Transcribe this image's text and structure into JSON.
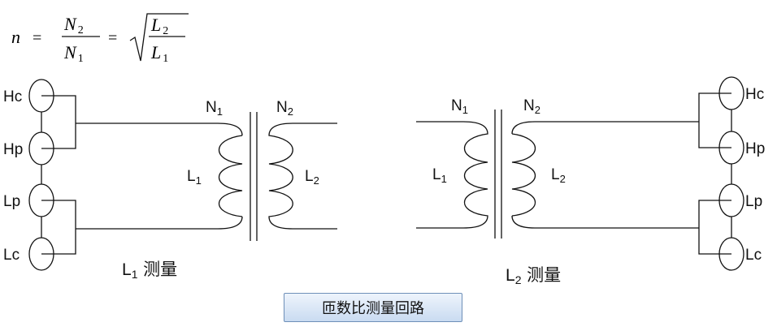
{
  "formula": {
    "lhs": "n",
    "eq1": "=",
    "frac_num_sym": "N",
    "frac_num_sub": "2",
    "frac_den_sym": "N",
    "frac_den_sub": "1",
    "eq2": "=",
    "root_num_sym": "L",
    "root_num_sub": "2",
    "root_den_sym": "L",
    "root_den_sub": "1"
  },
  "left_circuit": {
    "terminals": [
      "Hc",
      "Hp",
      "Lp",
      "Lc"
    ],
    "primary_turns": "N",
    "primary_turns_sub": "1",
    "secondary_turns": "N",
    "secondary_turns_sub": "2",
    "primary_inductance": "L",
    "primary_inductance_sub": "1",
    "secondary_inductance": "L",
    "secondary_inductance_sub": "2",
    "caption_sym": "L",
    "caption_sub": "1",
    "caption_text": " 测量"
  },
  "right_circuit": {
    "terminals": [
      "Hc",
      "Hp",
      "Lp",
      "Lc"
    ],
    "primary_turns": "N",
    "primary_turns_sub": "1",
    "secondary_turns": "N",
    "secondary_turns_sub": "2",
    "primary_inductance": "L",
    "primary_inductance_sub": "1",
    "secondary_inductance": "L",
    "secondary_inductance_sub": "2",
    "caption_sym": "L",
    "caption_sub": "2",
    "caption_text": " 测量"
  },
  "title_button": "匝数比测量回路",
  "colors": {
    "line": "#111111",
    "caption_border": "#6e8fb8"
  }
}
